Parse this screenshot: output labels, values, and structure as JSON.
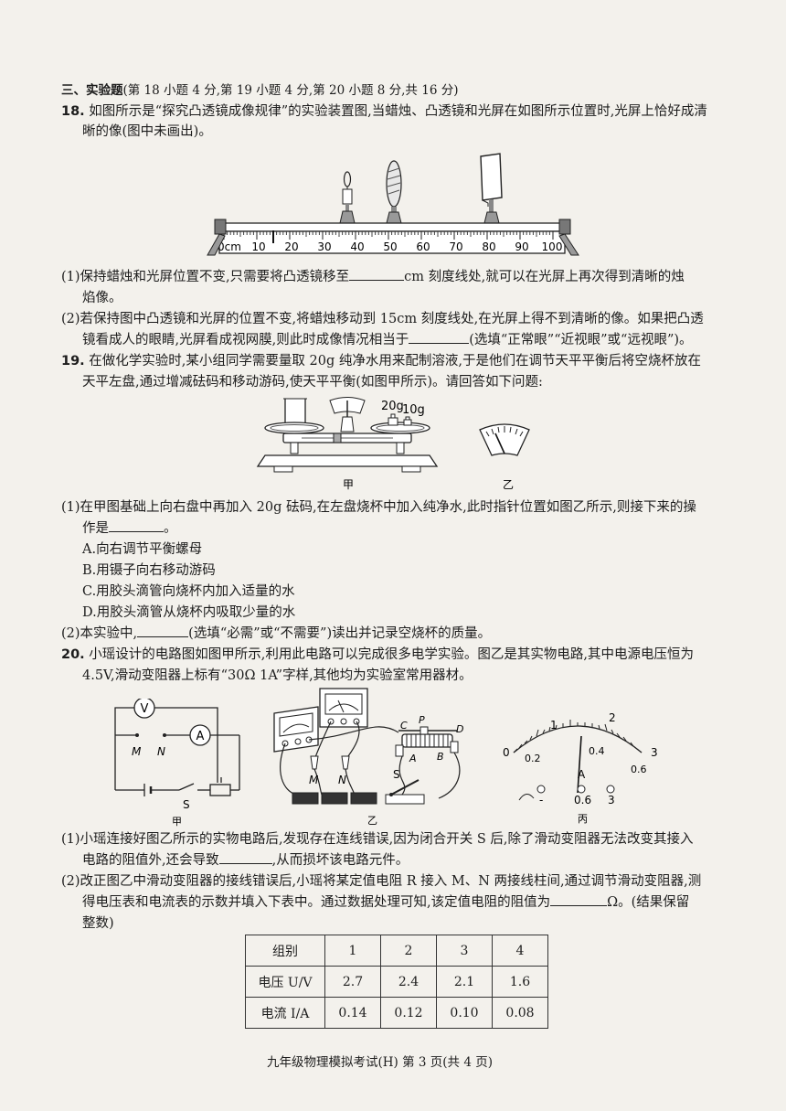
{
  "section": {
    "title": "三、实验题",
    "note": "(第 18 小题 4 分,第 19 小题 4 分,第 20 小题 8 分,共 16 分)"
  },
  "q18": {
    "num": "18.",
    "stem_l1": "如图所示是“探究凸透镜成像规律”的实验装置图,当蜡烛、凸透镜和光屏在如图所示位置时,光屏上恰好成清",
    "stem_l2": "晰的像(图中未画出)。",
    "ruler_ticks": [
      "0cm",
      "10",
      "20",
      "30",
      "40",
      "50",
      "60",
      "70",
      "80",
      "90",
      "100"
    ],
    "p1_a": "(1)保持蜡烛和光屏位置不变,只需要将凸透镜移至",
    "p1_b": "cm 刻度线处,就可以在光屏上再次得到清晰的烛",
    "p1_c": "焰像。",
    "p2_l1": "(2)若保持图中凸透镜和光屏的位置不变,将蜡烛移动到 15cm 刻度线处,在光屏上得不到清晰的像。如果把凸透",
    "p2_a": "镜看成人的眼睛,光屏看成视网膜,则此时成像情况相当于",
    "p2_b": "(选填“正常眼”“近视眼”或“远视眼”)。"
  },
  "q19": {
    "num": "19.",
    "stem_l1": "在做化学实验时,某小组同学需要量取 20g 纯净水用来配制溶液,于是他们在调节天平平衡后将空烧杯放在",
    "stem_l2": "天平左盘,通过增减砝码和移动游码,使天平平衡(如图甲所示)。请回答如下问题:",
    "weight1": "20g",
    "weight2": "10g",
    "fig_jia": "甲",
    "fig_yi": "乙",
    "p1_l1": "(1)在甲图基础上向右盘中再加入 20g 砝码,在左盘烧杯中加入纯净水,此时指针位置如图乙所示,则接下来的操",
    "p1_a": "作是",
    "p1_b": "。",
    "options": [
      "A.向右调节平衡螺母",
      "B.用镊子向右移动游码",
      "C.用胶头滴管向烧杯内加入适量的水",
      "D.用胶头滴管从烧杯内吸取少量的水"
    ],
    "p2_a": "(2)本实验中,",
    "p2_b": "(选填“必需”或“不需要”)读出并记录空烧杯的质量。"
  },
  "q20": {
    "num": "20.",
    "stem_l1": "小瑶设计的电路图如图甲所示,利用此电路可以完成很多电学实验。图乙是其实物电路,其中电源电压恒为",
    "stem_l2": "4.5V,滑动变阻器上标有“30Ω    1A”字样,其他均为实验室常用器材。",
    "fig_labels": {
      "V": "V",
      "A": "A",
      "M": "M",
      "N": "N",
      "S": "S",
      "C": "C",
      "P": "P",
      "D": "D",
      "Ar": "A",
      "Br": "B",
      "jia": "甲",
      "yi": "乙",
      "bing": "丙"
    },
    "ammeter": {
      "big_scale": [
        "0",
        "1",
        "2",
        "3"
      ],
      "small_scale": [
        "0.2",
        "0.4",
        "0.6"
      ],
      "letter": "A",
      "terms": [
        "-",
        "0.6",
        "3"
      ]
    },
    "p1_l1": "(1)小瑶连接好图乙所示的实物电路后,发现存在连线错误,因为闭合开关 S 后,除了滑动变阻器无法改变其接入",
    "p1_a": "电路的阻值外,还会导致",
    "p1_b": ",从而损坏该电路元件。",
    "p2_l1": "(2)改正图乙中滑动变阻器的接线错误后,小瑶将某定值电阻 R 接入 M、N 两接线柱间,通过调节滑动变阻器,测",
    "p2_a": "得电压表和电流表的示数并填入下表中。通过数据处理可知,该定值电阻的阻值为",
    "p2_b": "Ω。(结果保留",
    "p2_c": "整数)",
    "table": {
      "headers": [
        "组别",
        "1",
        "2",
        "3",
        "4"
      ],
      "rows": [
        [
          "电压 U/V",
          "2.7",
          "2.4",
          "2.1",
          "1.6"
        ],
        [
          "电流 I/A",
          "0.14",
          "0.12",
          "0.10",
          "0.08"
        ]
      ]
    }
  },
  "footer": "九年级物理模拟考试(H)  第 3 页(共 4 页)"
}
